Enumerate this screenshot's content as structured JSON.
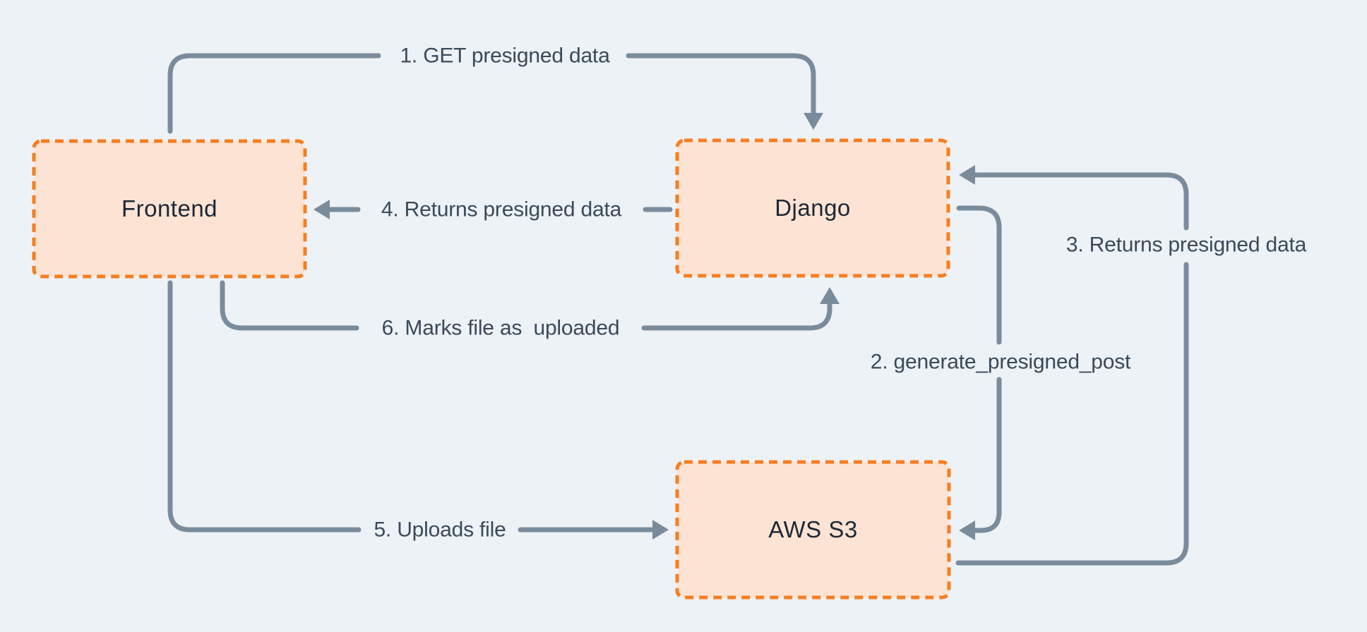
{
  "diagram": {
    "colors": {
      "background": "#edf2f6",
      "line": "#7a8c9c",
      "box_fill": "#fce3d3",
      "box_border": "#f67e21",
      "node_text": "#1c2836",
      "label_text": "#3a4a59"
    },
    "nodes": [
      {
        "id": "frontend",
        "label": "Frontend"
      },
      {
        "id": "django",
        "label": "Django"
      },
      {
        "id": "aws-s3",
        "label": "AWS S3"
      }
    ],
    "edges": [
      {
        "id": "1",
        "from": "frontend",
        "to": "django",
        "label": "1. GET presigned data"
      },
      {
        "id": "2",
        "from": "django",
        "to": "aws-s3",
        "label": "2. generate_presigned_post"
      },
      {
        "id": "3",
        "from": "aws-s3",
        "to": "django",
        "label": "3. Returns presigned data"
      },
      {
        "id": "4",
        "from": "django",
        "to": "frontend",
        "label": "4. Returns presigned data"
      },
      {
        "id": "5",
        "from": "frontend",
        "to": "aws-s3",
        "label": "5. Uploads file"
      },
      {
        "id": "6",
        "from": "frontend",
        "to": "django",
        "label": "6. Marks file as  uploaded"
      }
    ]
  }
}
